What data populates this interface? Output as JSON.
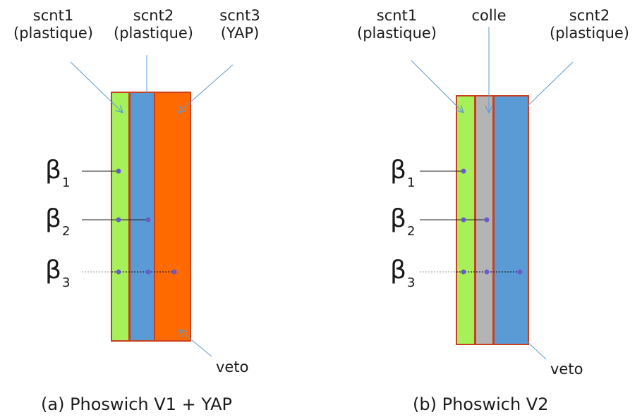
{
  "panel_a": {
    "labels": [
      {
        "line1": "scnt1",
        "line2": "(plastique)"
      },
      {
        "line1": "scnt2",
        "line2": "(plastique)"
      },
      {
        "line1": "scnt3",
        "line2": "(YAP)"
      }
    ],
    "betas": [
      {
        "symbol": "β",
        "sub": "1"
      },
      {
        "symbol": "β",
        "sub": "2"
      },
      {
        "symbol": "β",
        "sub": "3"
      }
    ],
    "veto": "veto",
    "caption": "(a) Phoswich V1 + YAP",
    "colors": {
      "scnt1": "#a6f05a",
      "scnt2": "#5b9bd5",
      "scnt3": "#ff6a00",
      "border": "#c8401e"
    }
  },
  "panel_b": {
    "labels": [
      {
        "line1": "scnt1",
        "line2": "(plastique)"
      },
      {
        "line1": "colle",
        "line2": ""
      },
      {
        "line1": "scnt2",
        "line2": "(plastique)"
      }
    ],
    "betas": [
      {
        "symbol": "β",
        "sub": "1"
      },
      {
        "symbol": "β",
        "sub": "2"
      },
      {
        "symbol": "β",
        "sub": "3"
      }
    ],
    "veto": "veto",
    "caption": "(b) Phoswich V2",
    "colors": {
      "scnt1": "#a6f05a",
      "colle": "#b4b4b4",
      "scnt2": "#5b9bd5",
      "border": "#c8401e"
    }
  },
  "colors": {
    "arrow": "#5b9bd5",
    "dot": "#6a5acd",
    "line": "#222222",
    "dotted": "#aaaaaa"
  }
}
